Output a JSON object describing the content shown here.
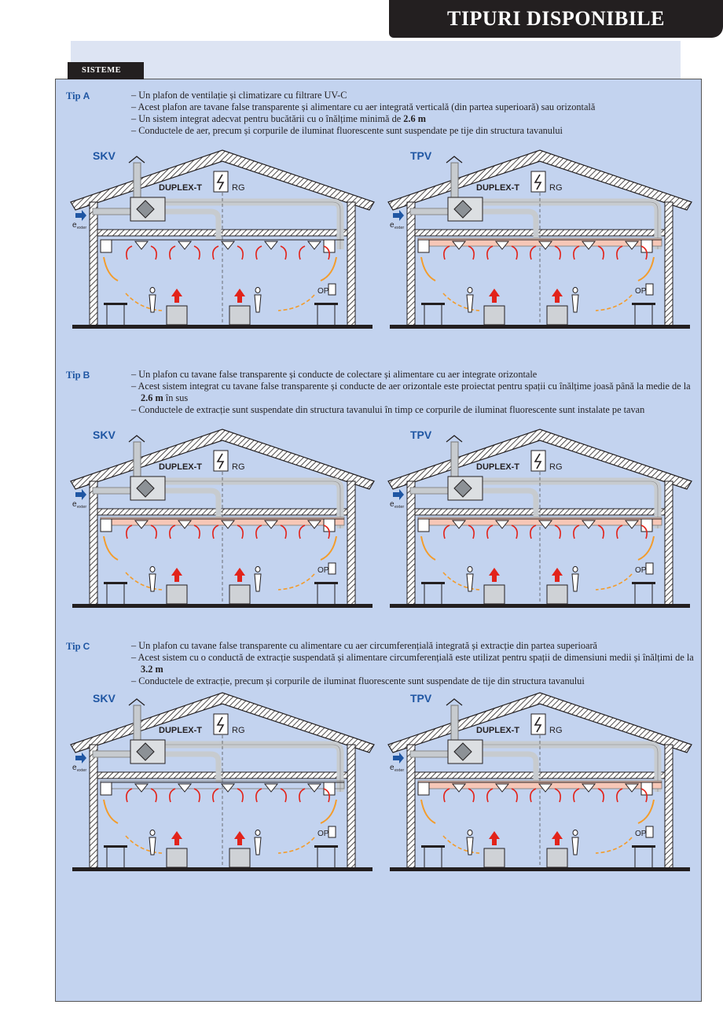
{
  "header": {
    "title": "TIPURI DISPONIBILE"
  },
  "section_tab": "SISTEME",
  "labels": {
    "skv": "SKV",
    "tpv": "TPV",
    "unit": "DUPLEX-T",
    "rg": "RG",
    "op": "OP",
    "e": "e",
    "exter": "exter"
  },
  "sections": [
    {
      "tip_word": "Tip",
      "tip_letter": "A",
      "bullets": [
        "– Un plafon de ventilație și climatizare cu filtrare UV-C",
        "– Acest plafon are tavane false transparente și alimentare cu aer integrată verticală (din partea superioară) sau orizontală",
        "– Un sistem integrat adecvat pentru bucătării cu o înălțime minimă de",
        "– Conductele de aer, precum și corpurile de iluminat fluorescente sunt suspendate pe tije din structura tavanului"
      ],
      "bold": "2.6 m",
      "bold_after": ""
    },
    {
      "tip_word": "Tip",
      "tip_letter": "B",
      "bullets": [
        "– Un plafon cu tavane false transparente și conducte de colectare și alimentare cu aer integrate orizontale",
        "– Acest sistem integrat cu tavane false transparente și conducte de aer orizontale este proiectat pentru spații cu înălțime joasă până la medie de la",
        "– Conductele de extracție sunt suspendate din structura tavanului în timp ce corpurile de iluminat fluorescente sunt instalate pe tavan"
      ],
      "bold": "2.6 m",
      "bold_after": " în sus"
    },
    {
      "tip_word": "Tip",
      "tip_letter": "C",
      "bullets": [
        "– Un plafon cu tavane false transparente cu alimentare cu aer circumferențială integrată și extracție din partea superioară",
        "– Acest sistem cu o conductă de extracție suspendată și alimentare circumferențială este utilizat pentru spații de dimensiuni medii și înălțimi de la",
        "– Conductele de extracție, precum și corpurile de iluminat fluorescente sunt suspendate de tije din structura tavanului"
      ],
      "bold": "3.2 m",
      "bold_after": ""
    }
  ]
}
